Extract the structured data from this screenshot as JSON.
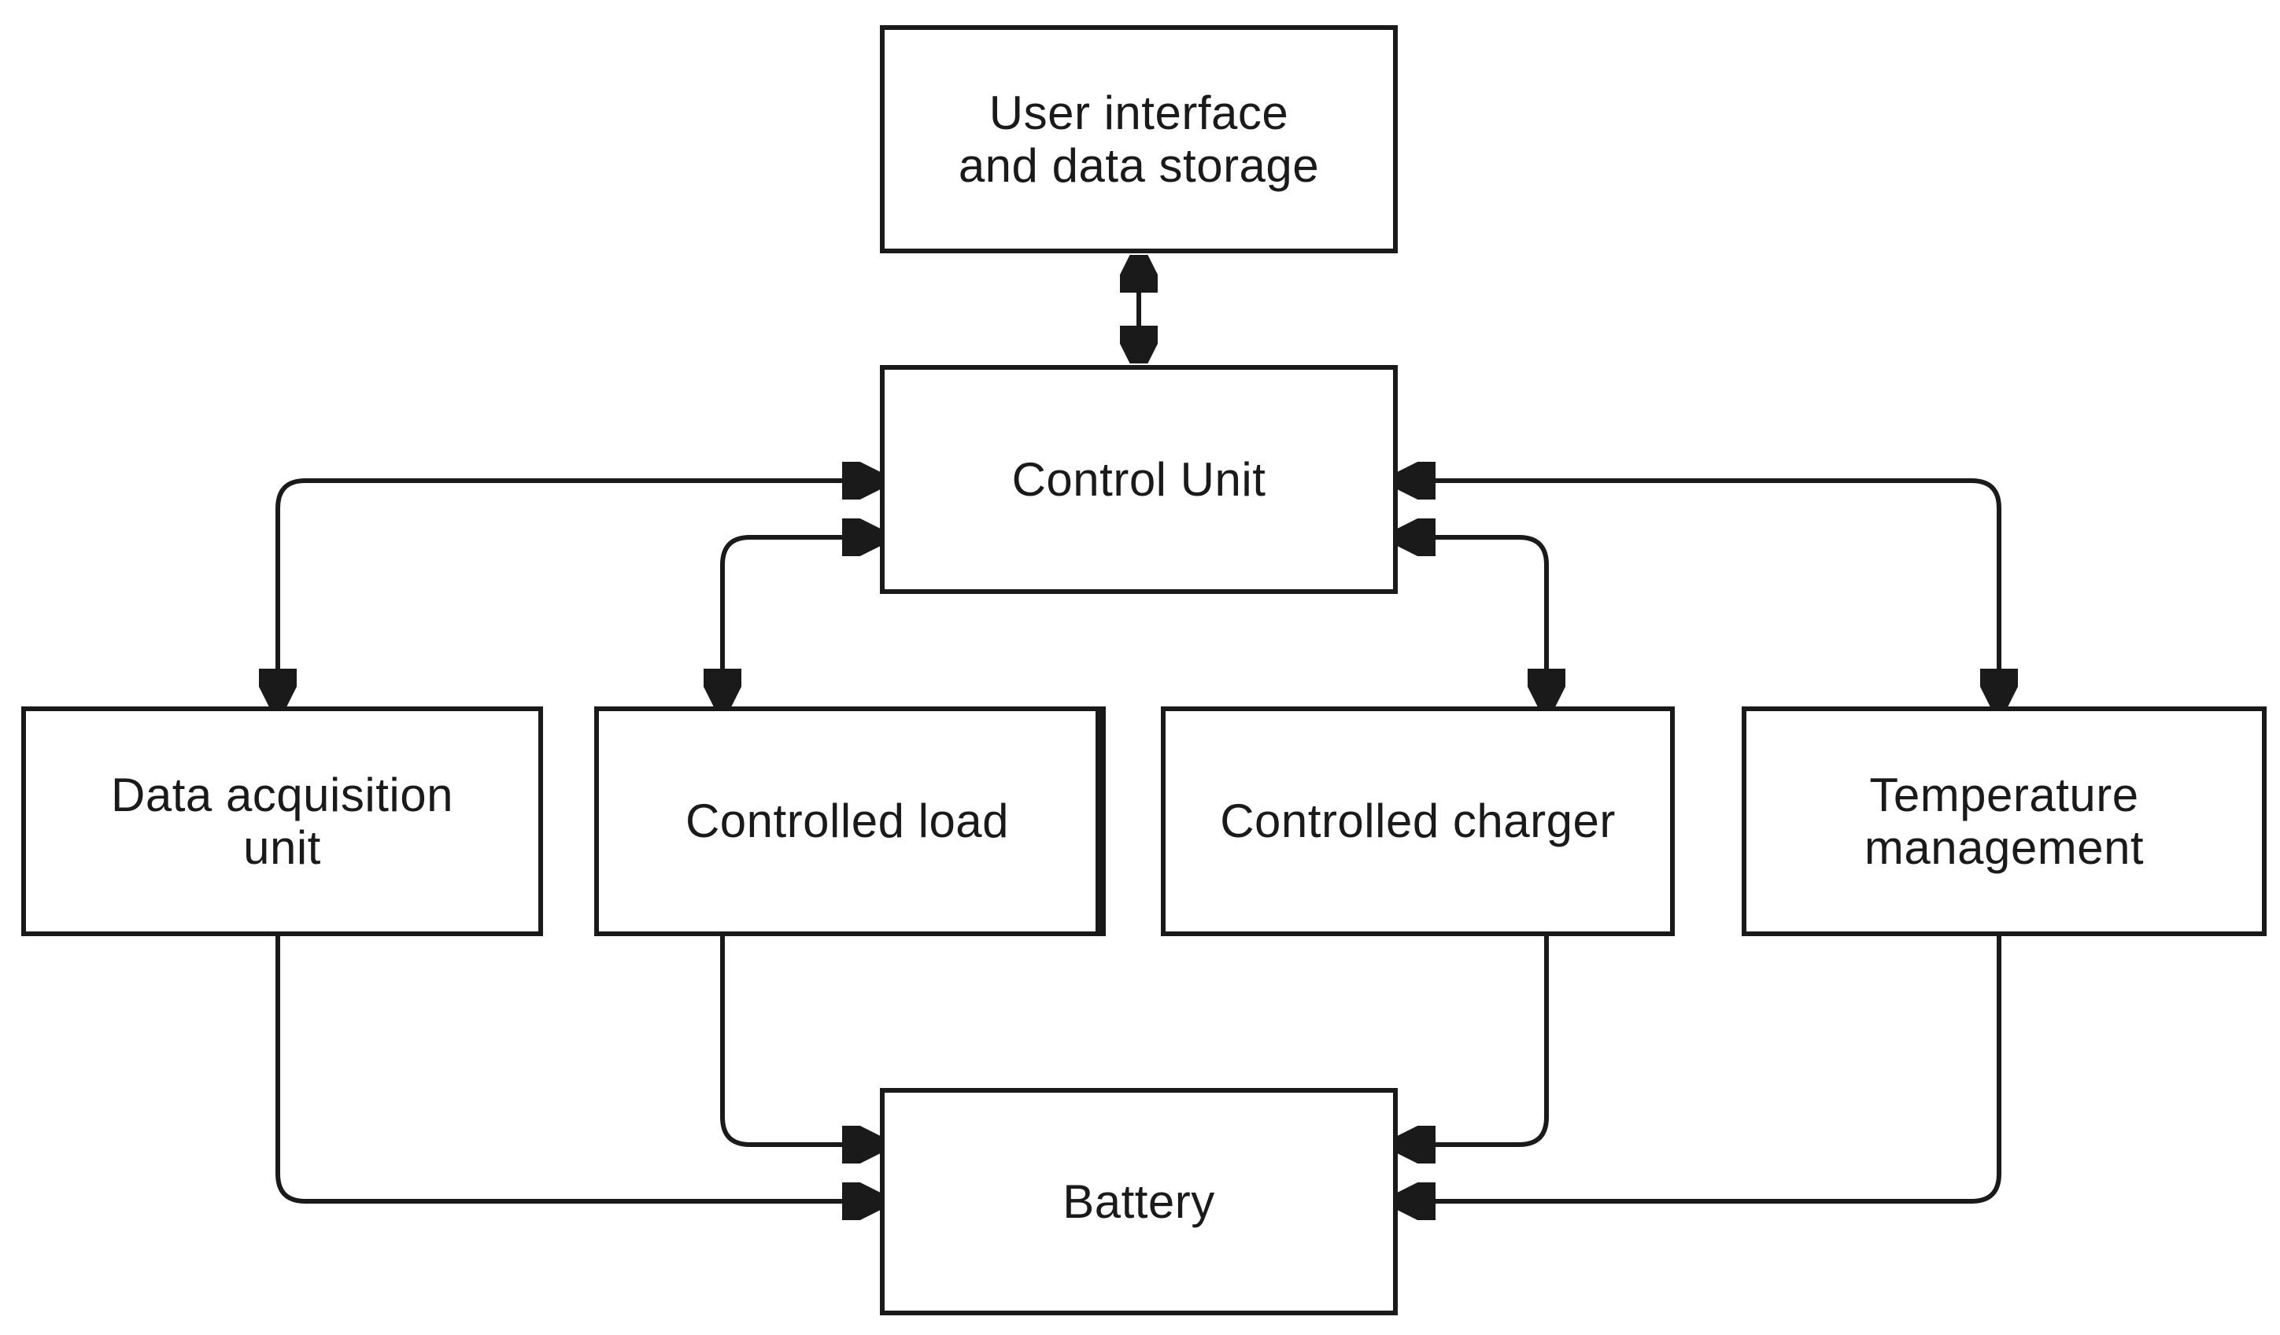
{
  "diagram": {
    "type": "block-diagram",
    "colors": {
      "line": "#1a1a1a",
      "text": "#1a1a1a",
      "box_fill": "#ffffff",
      "background": "#ffffff"
    },
    "nodes": {
      "user_interface": {
        "label": "User interface\nand data storage"
      },
      "control_unit": {
        "label": "Control Unit"
      },
      "data_acquisition_unit": {
        "label": "Data acquisition\nunit"
      },
      "controlled_load": {
        "label": "Controlled load"
      },
      "controlled_charger": {
        "label": "Controlled charger"
      },
      "temperature_management": {
        "label": "Temperature\nmanagement"
      },
      "battery": {
        "label": "Battery"
      }
    },
    "edges": [
      {
        "from": "user_interface",
        "to": "control_unit",
        "direction": "bidirectional"
      },
      {
        "from": "data_acquisition_unit",
        "to": "control_unit",
        "direction": "bidirectional"
      },
      {
        "from": "controlled_load",
        "to": "control_unit",
        "direction": "bidirectional"
      },
      {
        "from": "controlled_charger",
        "to": "control_unit",
        "direction": "bidirectional"
      },
      {
        "from": "temperature_management",
        "to": "control_unit",
        "direction": "bidirectional"
      },
      {
        "from": "controlled_load",
        "to": "battery",
        "direction": "one-way"
      },
      {
        "from": "data_acquisition_unit",
        "to": "battery",
        "direction": "one-way"
      },
      {
        "from": "controlled_charger",
        "to": "battery",
        "direction": "one-way"
      },
      {
        "from": "temperature_management",
        "to": "battery",
        "direction": "one-way"
      }
    ]
  }
}
